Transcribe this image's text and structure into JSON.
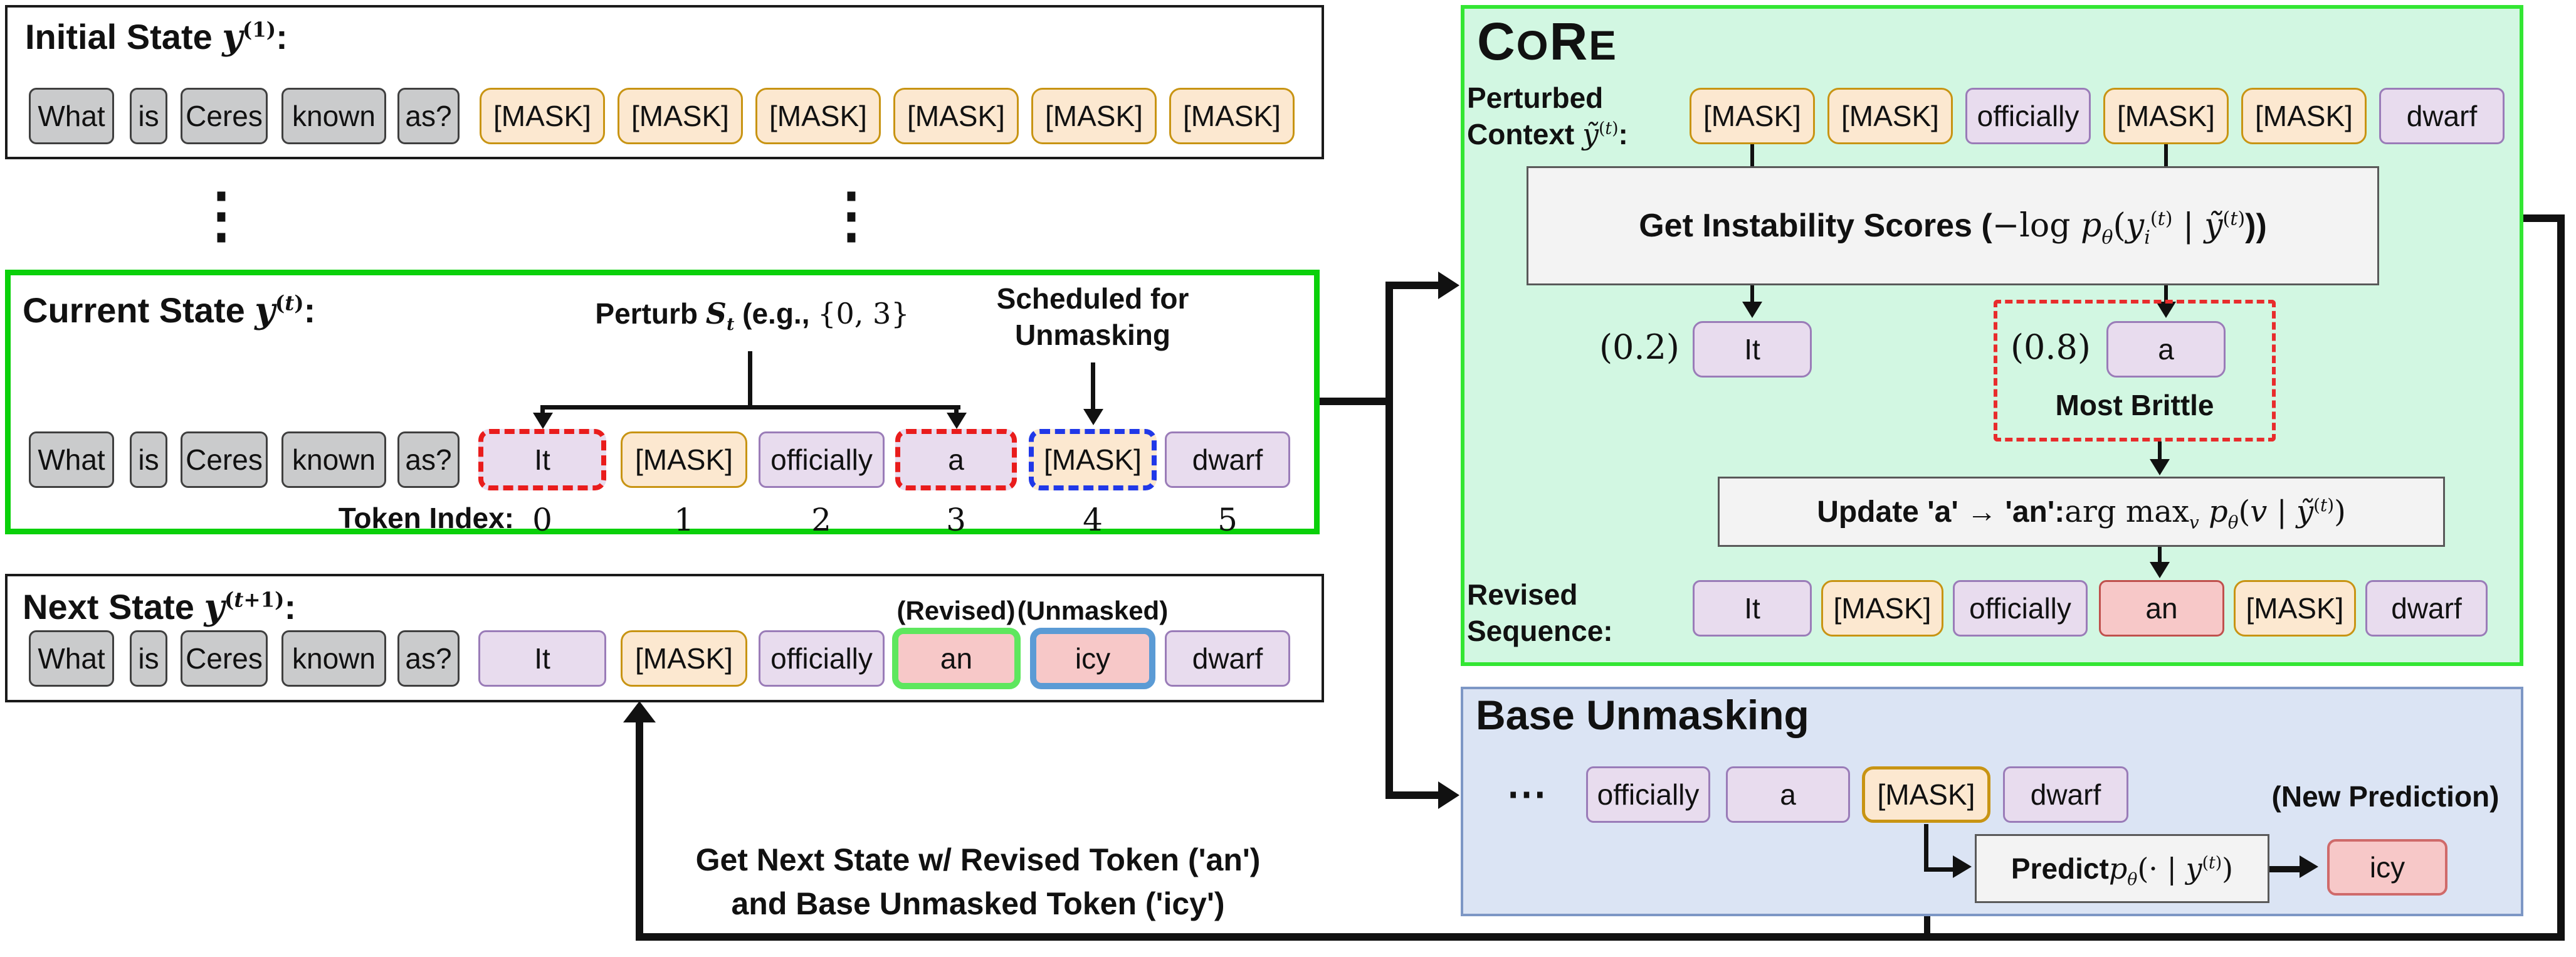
{
  "colors": {
    "core_bg": "#d2f7e2",
    "core_border": "#33e633",
    "current_border": "#0ad00a",
    "base_bg": "#dbe4f4",
    "base_border": "#7d97c5",
    "token_gray": "#cacbcc",
    "token_mask_fill": "#fce8d0",
    "token_mask_border": "#c89413",
    "token_lavender_fill": "#e8dcee",
    "token_lavender_border": "#9a7cb8",
    "token_pink": "#f7c8c8",
    "perturb_dash": "#e91c1c",
    "scheduled_dash": "#2038e8",
    "revised_outline": "#5ee75e",
    "unmasked_outline": "#5b9bd5",
    "process_box_bg": "#f3f3f3"
  },
  "dots": "⋮",
  "initial": {
    "title_html": "Initial State <i class=\"m\">y</i><sup class=\"serif\">(1)</sup>:",
    "tokens": [
      "What",
      "is",
      "Ceres",
      "known",
      "as?",
      "[MASK]",
      "[MASK]",
      "[MASK]",
      "[MASK]",
      "[MASK]",
      "[MASK]"
    ]
  },
  "current": {
    "title_html": "Current State <i class=\"m\">y</i><sup class=\"serif\">(<i class=\"m\">t</i>)</sup>:",
    "perturb_html": "Perturb <i class=\"m\">S</i><sub class=\"serif\"><i class=\"m\">t</i></sub> (e.g., <span class=\"f\">{0, 3}</span>",
    "scheduled_line1": "Scheduled for",
    "scheduled_line2": "Unmasking",
    "token_index_label": "Token Index:",
    "indices": [
      "0",
      "1",
      "2",
      "3",
      "4",
      "5"
    ],
    "tokens": [
      "What",
      "is",
      "Ceres",
      "known",
      "as?",
      "It",
      "[MASK]",
      "officially",
      "a",
      "[MASK]",
      "dwarf"
    ]
  },
  "next": {
    "title_html": "Next State <i class=\"m\">y</i><sup class=\"serif\">(<i class=\"m\">t</i>+1)</sup>:",
    "revised_tag": "(Revised)",
    "unmasked_tag": "(Unmasked)",
    "tokens": [
      "What",
      "is",
      "Ceres",
      "known",
      "as?",
      "It",
      "[MASK]",
      "officially",
      "an",
      "icy",
      "dwarf"
    ]
  },
  "core": {
    "title_html": "C<span class=\"sc\">O</span>R<span class=\"sc\">E</span>",
    "perturbed_line1": "Perturbed",
    "perturbed_line2_html": "Context <span class=\"f\"><i>ỹ</i><sup>(<i>t</i>)</sup></span>:",
    "context_tokens": [
      "[MASK]",
      "[MASK]",
      "officially",
      "[MASK]",
      "[MASK]",
      "dwarf"
    ],
    "instability_html": "Get Instability Scores (<span class=\"f\">−log <i>p</i><sub><i>θ</i></sub>(<i>y</i><sub><i>i</i></sub><sup>(<i>t</i>)</sup> | <i>ỹ</i><sup>(<i>t</i>)</sup></span>))",
    "scores": [
      {
        "value": "(0.2)",
        "token": "It"
      },
      {
        "value": "(0.8)",
        "token": "a"
      }
    ],
    "most_brittle": "Most Brittle",
    "update_html": "Update 'a' → 'an': <span class=\"f\"> arg max<sub><i>v</i></sub> <i>p</i><sub><i>θ</i></sub>(<i>v</i> | <i>ỹ</i><sup>(<i>t</i>)</sup>)</span>",
    "revised_line1": "Revised",
    "revised_line2": "Sequence:",
    "revised_tokens": [
      "It",
      "[MASK]",
      "officially",
      "an",
      "[MASK]",
      "dwarf"
    ]
  },
  "base": {
    "title": "Base Unmasking",
    "ellipsis": "⋯",
    "tokens": [
      "officially",
      "a",
      "[MASK]",
      "dwarf"
    ],
    "new_prediction": "(New Prediction)",
    "predict_html": "Predict <span class=\"f\"><i>p</i><sub><i>θ</i></sub>(· | <i>y</i><sup>(<i>t</i>)</sup>)</span>",
    "prediction_token": "icy"
  },
  "loop": {
    "line1": "Get Next State w/ Revised Token ('an')",
    "line2": "and Base Unmasked Token ('icy')"
  }
}
